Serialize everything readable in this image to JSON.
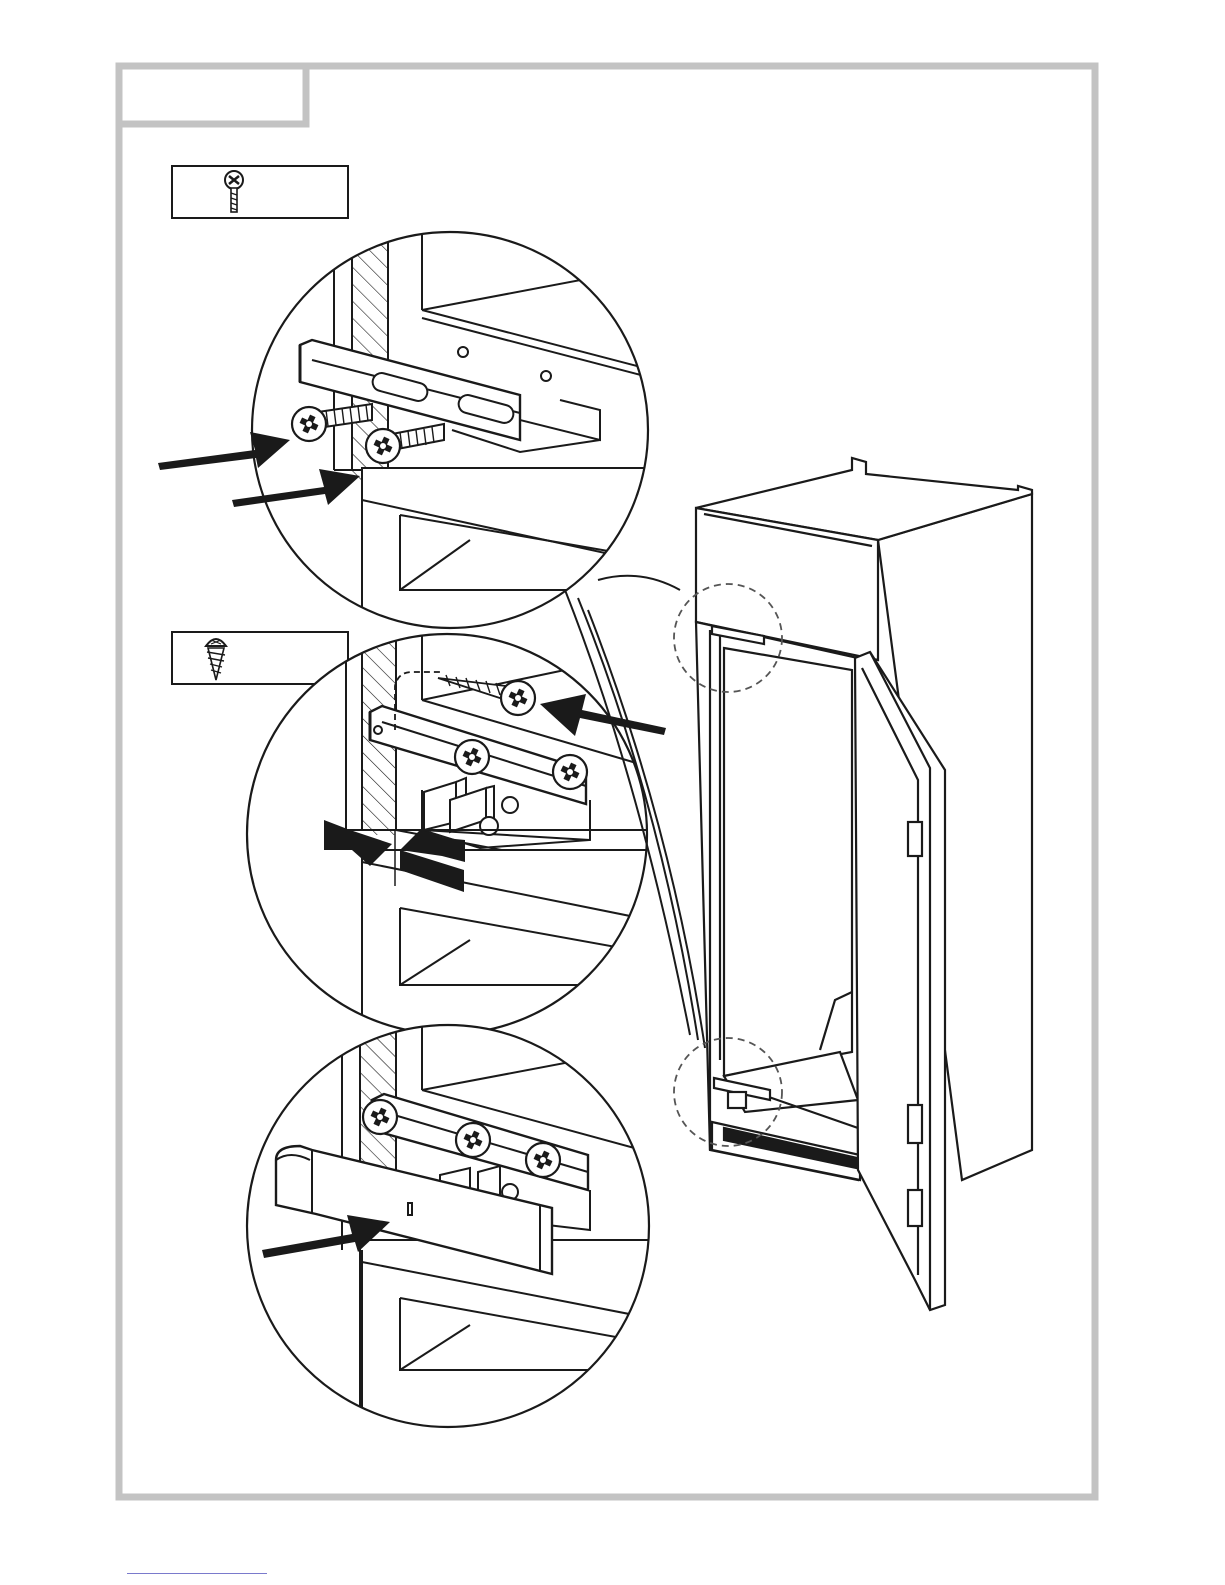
{
  "page": {
    "frame_color": "#c3c3c3",
    "ink_color": "#1a1a1a",
    "paper_color": "#ffffff",
    "step_tab_label": ""
  },
  "legend": [
    {
      "icon": "machine-screw-icon",
      "label": ""
    },
    {
      "icon": "wood-screw-icon",
      "label": ""
    }
  ],
  "figure": {
    "appliance": "built-in-refrigerator-door-open",
    "detail_views": [
      {
        "name": "top-hinge-detail",
        "shows": [
          "hinge-bracket",
          "machine-screw-icon",
          "push-arrow-icon"
        ]
      },
      {
        "name": "middle-gap-detail",
        "shows": [
          "hinge-bracket",
          "wood-screw-icon",
          "gap-arrows-icon"
        ]
      },
      {
        "name": "bottom-cover-detail",
        "shows": [
          "hinge-bracket",
          "cover-cap",
          "push-arrow-icon"
        ]
      }
    ]
  }
}
